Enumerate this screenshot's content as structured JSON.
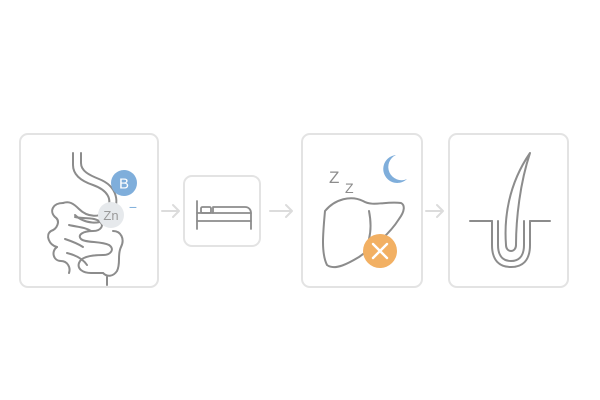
{
  "colors": {
    "line": "#8c8c8c",
    "border": "#e3e3e3",
    "arrow": "#dcdcdc",
    "blue": "#7faedb",
    "orange": "#f2b063",
    "zinc": "#e6e9ec"
  },
  "labels": {
    "vitamin_b": "B",
    "zinc": "Zn",
    "zinc_minus": "−",
    "sleep_z": "Z"
  },
  "steps": [
    {
      "name": "digestion-absorption",
      "icons": [
        "intestine-icon",
        "vitamin-b-badge",
        "zinc-badge"
      ]
    },
    {
      "name": "sleep",
      "icons": [
        "bed-icon"
      ]
    },
    {
      "name": "liver-at-night",
      "icons": [
        "sleep-z-icon",
        "moon-icon",
        "liver-icon",
        "x-mark-icon"
      ]
    },
    {
      "name": "hair-growth",
      "icons": [
        "hair-follicle-icon"
      ]
    }
  ]
}
